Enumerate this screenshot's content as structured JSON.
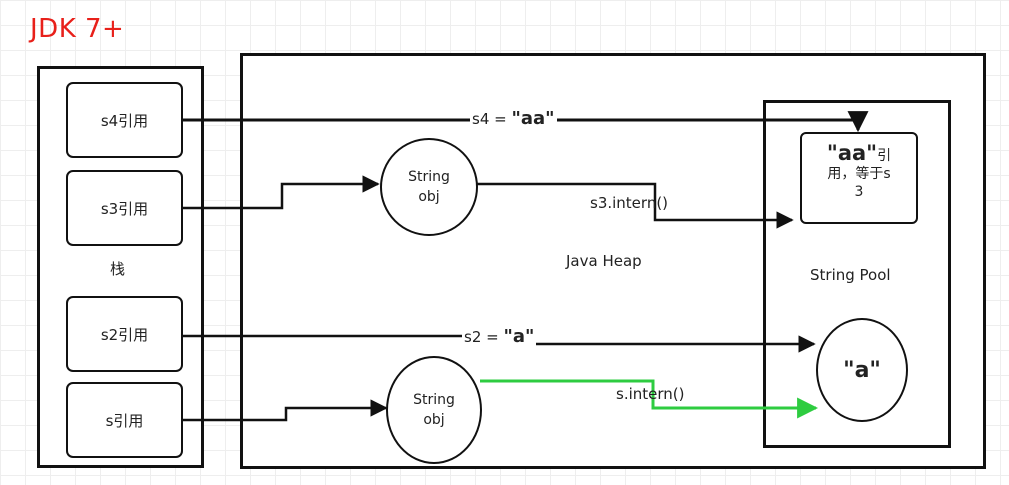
{
  "title": "JDK 7+",
  "stack": {
    "label": "栈",
    "refs": [
      "s4引用",
      "s3引用",
      "s2引用",
      "s引用"
    ]
  },
  "heap": {
    "label": "Java Heap"
  },
  "pool": {
    "label": "String Pool"
  },
  "objects": [
    {
      "line1": "String",
      "line2": "obj"
    },
    {
      "line1": "String",
      "line2": "obj"
    }
  ],
  "pool_entries": {
    "aa_value": "\"aa\"",
    "aa_suffix": "引",
    "aa_line2": "用，等于s",
    "aa_line3": "3",
    "a_value": "\"a\""
  },
  "edge_labels": {
    "s4_prefix": "s4 = ",
    "s4_value": "\"aa\"",
    "s3_intern": "s3.intern()",
    "s2_prefix": "s2 = ",
    "s2_value": "\"a\"",
    "s_intern": "s.intern()"
  },
  "colors": {
    "title": "#e8201a",
    "intern_arrow": "#2ecc40",
    "lines": "#111111"
  }
}
